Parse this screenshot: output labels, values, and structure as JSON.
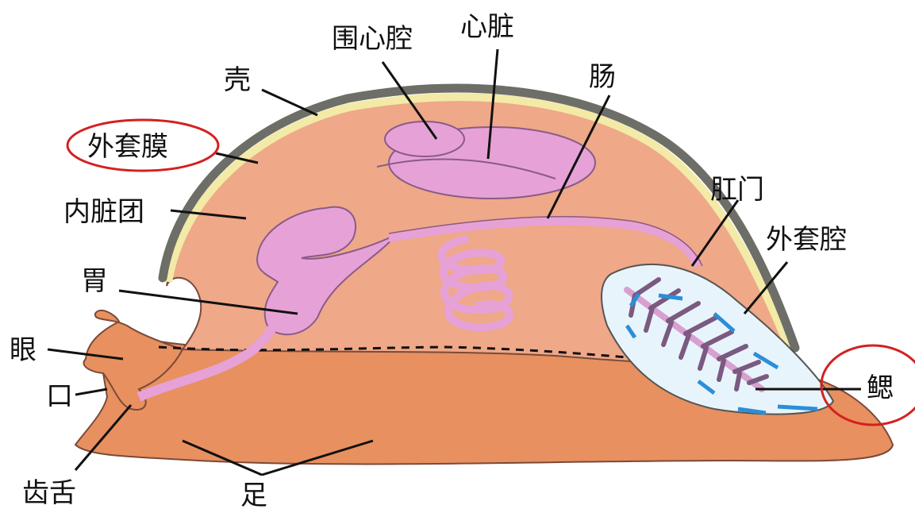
{
  "labels": {
    "pericardial_cavity": "围心腔",
    "heart": "心脏",
    "shell": "壳",
    "intestine": "肠",
    "mantle": "外套膜",
    "visceral_mass": "内脏团",
    "anus": "肛门",
    "mantle_cavity": "外套腔",
    "stomach": "胃",
    "eye": "眼",
    "mouth": "口",
    "gill": "鳃",
    "radula": "齿舌",
    "foot": "足"
  },
  "highlighted": [
    "外套膜",
    "鳃"
  ],
  "colors": {
    "shell": "#6e6e68",
    "mantle": "#f2eaa6",
    "visceral_mass": "#efa888",
    "foot": "#e8905f",
    "organs": "#e6a2d6",
    "mantle_cavity": "#e8f4fb",
    "water_flow": "#2a8fd8",
    "highlight_circle": "#d42020"
  }
}
